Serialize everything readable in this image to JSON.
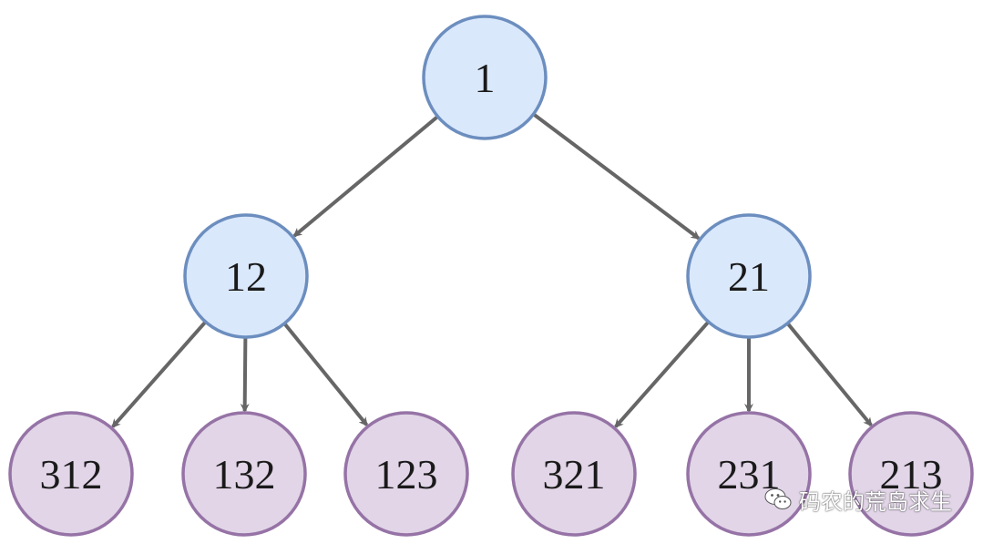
{
  "colors": {
    "blue_fill": "#dae8fc",
    "blue_stroke": "#6c8ebf",
    "purple_fill": "#e1d5e7",
    "purple_stroke": "#9673a6",
    "edge": "#666666"
  },
  "nodes": [
    {
      "id": "n1",
      "label": "1",
      "style": "blue"
    },
    {
      "id": "n12",
      "label": "12",
      "style": "blue"
    },
    {
      "id": "n21",
      "label": "21",
      "style": "blue"
    },
    {
      "id": "n312",
      "label": "312",
      "style": "purple"
    },
    {
      "id": "n132",
      "label": "132",
      "style": "purple"
    },
    {
      "id": "n123",
      "label": "123",
      "style": "purple"
    },
    {
      "id": "n321",
      "label": "321",
      "style": "purple"
    },
    {
      "id": "n231",
      "label": "231",
      "style": "purple"
    },
    {
      "id": "n213",
      "label": "213",
      "style": "purple"
    }
  ],
  "edges": [
    {
      "from": "n1",
      "to": "n12"
    },
    {
      "from": "n1",
      "to": "n21"
    },
    {
      "from": "n12",
      "to": "n312"
    },
    {
      "from": "n12",
      "to": "n132"
    },
    {
      "from": "n12",
      "to": "n123"
    },
    {
      "from": "n21",
      "to": "n321"
    },
    {
      "from": "n21",
      "to": "n231"
    },
    {
      "from": "n21",
      "to": "n213"
    }
  ],
  "watermark": {
    "icon": "wechat-icon",
    "text": "码农的荒岛求生"
  }
}
